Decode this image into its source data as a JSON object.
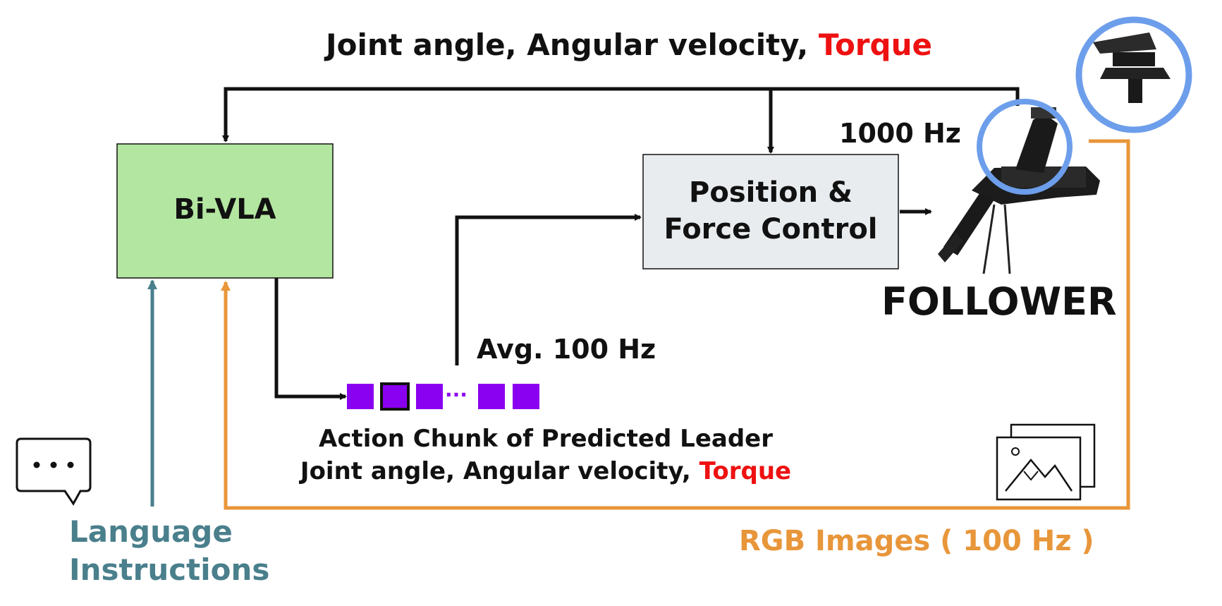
{
  "colors": {
    "arrow": "#111111",
    "vla_box_fill": "#b3e6a0",
    "control_box_fill": "#e8ecee",
    "torque_red": "#ee1111",
    "language_teal": "#4a7f8c",
    "image_orange": "#e8963a",
    "chunk_purple": "#8a00f0",
    "highlight_blue": "#6d9eeb"
  },
  "top_feedback": {
    "prefix": "Joint angle, Angular velocity, ",
    "torque": "Torque"
  },
  "vla_box": {
    "label": "Bi-VLA"
  },
  "control_box": {
    "line1": "Position &",
    "line2": "Force Control"
  },
  "rate_1000": "1000 Hz",
  "follower_label": "FOLLOWER",
  "avg_rate": "Avg. 100 Hz",
  "action_chunk": {
    "line1": "Action Chunk of Predicted Leader",
    "line2_prefix": "Joint angle,  Angular velocity, ",
    "line2_torque": "Torque",
    "ellipsis": "..."
  },
  "language": {
    "line1": "Language",
    "line2": "Instructions"
  },
  "rgb_images": "RGB Images ( 100 Hz )",
  "icons": {
    "chat": "speech-bubble-icon",
    "images": "image-stack-icon",
    "robot": "robot-arm-icon"
  }
}
